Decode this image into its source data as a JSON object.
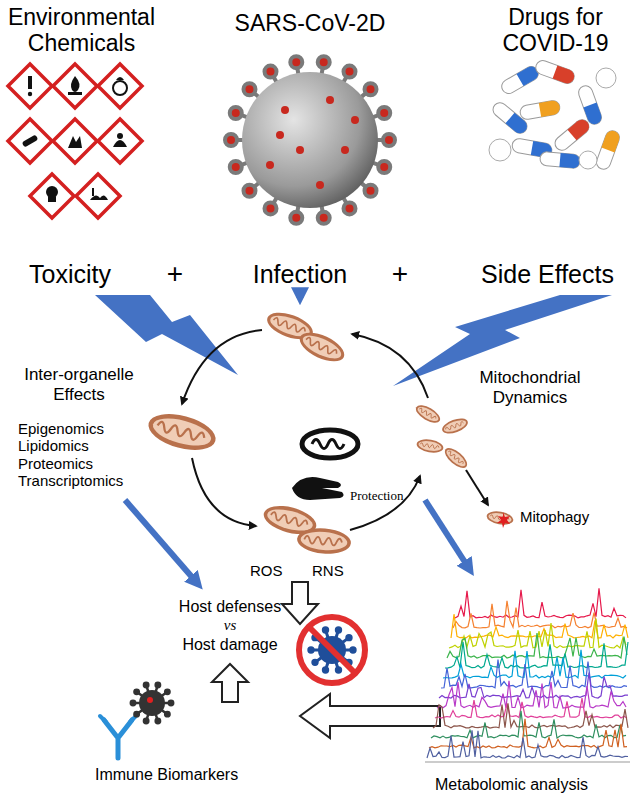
{
  "diagram": {
    "labels": [
      "Environmental Chemicals",
      "SARS-CoV-2D",
      "Drugs for COVID-19",
      "Toxicity",
      "+",
      "Infection",
      "+",
      "Side Effects",
      "Inter-organelle Effects",
      "Epigenomics Lipidomics Proteomics Transcriptomics",
      "Mitochondrial Dynamics",
      "Protection",
      "Mitophagy",
      "ROS",
      "RNS",
      "Host defenses",
      "vs",
      "Host damage",
      "Immune Biomarkers",
      "Metabolomic analysis"
    ]
  }
}
